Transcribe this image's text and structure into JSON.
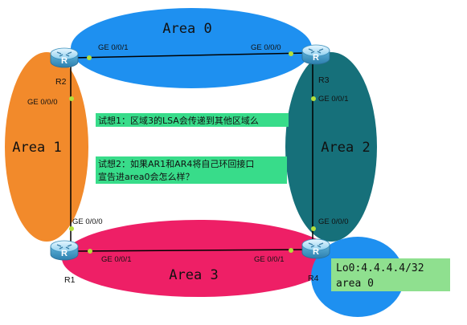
{
  "areas": [
    {
      "id": "area0",
      "label": "Area 0",
      "color": "#1e90f0"
    },
    {
      "id": "area1",
      "label": "Area 1",
      "color": "#f28a2b"
    },
    {
      "id": "area2",
      "label": "Area 2",
      "color": "#16707a"
    },
    {
      "id": "area3",
      "label": "Area 3",
      "color": "#ee1f66"
    },
    {
      "id": "area0-r4",
      "label": "",
      "color": "#1e90f0"
    }
  ],
  "routers": [
    {
      "id": "r1",
      "label": "R1"
    },
    {
      "id": "r2",
      "label": "R2"
    },
    {
      "id": "r3",
      "label": "R3"
    },
    {
      "id": "r4",
      "label": "R4"
    }
  ],
  "interfaces": {
    "r2_to_r3": "GE 0/0/1",
    "r3_to_r2": "GE 0/0/0",
    "r2_to_r1": "GE 0/0/0",
    "r1_to_r2": "GE 0/0/0",
    "r3_to_r4": "GE 0/0/1",
    "r4_to_r3": "GE 0/0/0",
    "r1_to_r4": "GE 0/0/1",
    "r4_to_r1": "GE 0/0/1"
  },
  "questions": {
    "q1": "试想1：区域3的LSA会传递到其他区域么",
    "q2_line1": "试想2：如果AR1和AR4将自己环回接口",
    "q2_line2": "宣告进area0会怎么样？"
  },
  "loopback": {
    "line1": "Lo0:4.4.4.4/32",
    "line2": "area 0"
  },
  "colors": {
    "link": "#000000",
    "port_dot": "#b4e13a",
    "note_bg": "#38dc8a",
    "loopback_bg": "#8fe08f"
  }
}
